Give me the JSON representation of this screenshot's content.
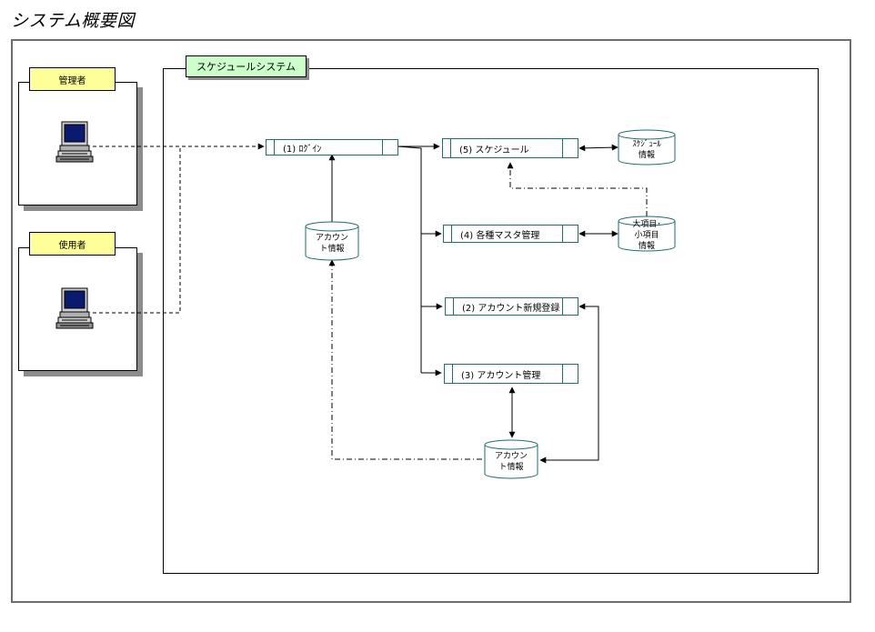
{
  "title": "システム概要図",
  "system": {
    "label": "スケジュールシステム"
  },
  "actors": [
    {
      "label": "管理者",
      "icon": "computer-terminal-icon"
    },
    {
      "label": "使用者",
      "icon": "computer-terminal-icon"
    }
  ],
  "processes": {
    "login": "(1) ﾛｸﾞｲﾝ",
    "schedule": "(5) スケジュール",
    "master": "(4) 各種マスタ管理",
    "account_new": "(2) アカウント新規登録",
    "account_manage": "(3) アカウント管理"
  },
  "stores": {
    "schedule_info": {
      "line1": "ｽｹｼﾞｭｰﾙ",
      "line2": "情報"
    },
    "item_info": {
      "line1": "大項目･",
      "line2": "小項目",
      "line3": "情報"
    },
    "account_info_top": {
      "line1": "アカウン",
      "line2": "ト情報"
    },
    "account_info_bottom": {
      "line1": "アカウン",
      "line2": "ト情報"
    }
  },
  "colors": {
    "actor_label_bg": "#ffff99",
    "system_label_bg": "#ccffcc",
    "process_border": "#1f6e6e",
    "frame_border": "#6e6e6e",
    "shadow": "#8c8c8c"
  }
}
